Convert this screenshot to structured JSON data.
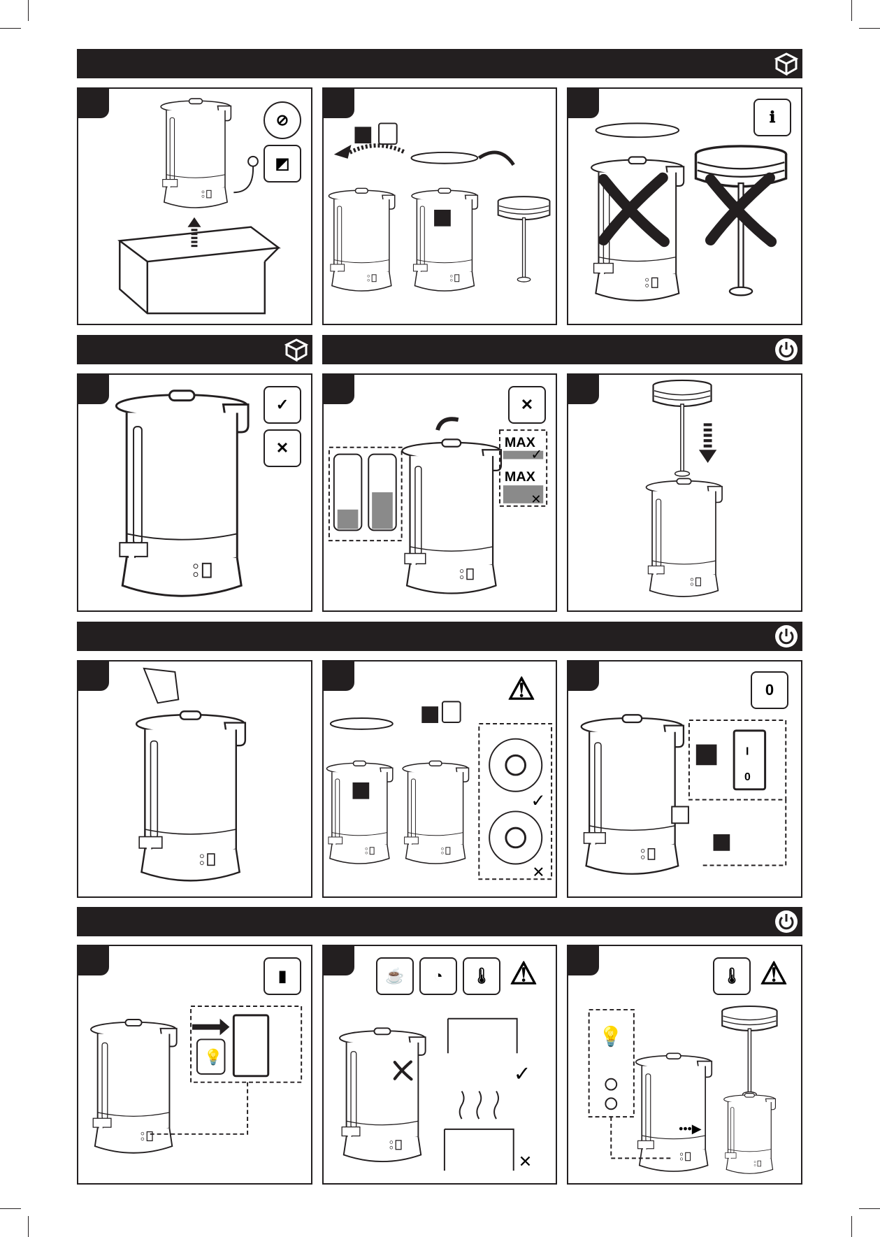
{
  "sections": [
    {
      "id": "unpacking",
      "icon": "box-icon"
    },
    {
      "id": "cleaning",
      "icon": "box-icon"
    },
    {
      "id": "first-use",
      "icon": "power-icon"
    },
    {
      "id": "preparation",
      "icon": "power-icon"
    },
    {
      "id": "operation",
      "icon": "power-icon"
    }
  ],
  "labels": {
    "max_ok": "MAX",
    "max_bad": "MAX",
    "switch_off_badge": "0",
    "switch_on": "I",
    "switch_off": "0"
  },
  "colors": {
    "ink": "#231f20",
    "fill_gray": "#8a8a8a"
  }
}
